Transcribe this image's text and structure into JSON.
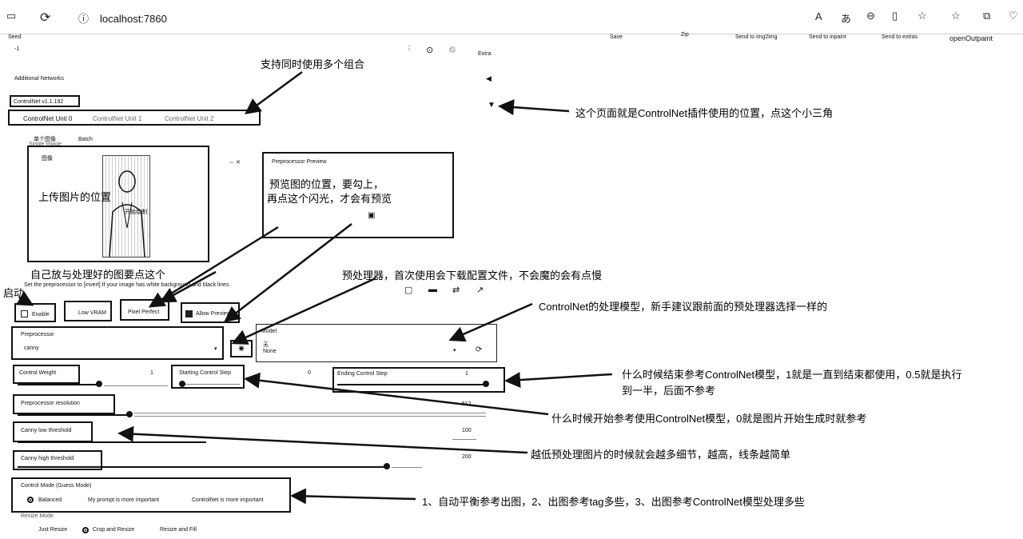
{
  "browser": {
    "url": "localhost:7860",
    "icons": [
      "tab-icon",
      "refresh-icon",
      "info-icon",
      "read-aloud-icon",
      "translate-icon",
      "zoom-out-icon",
      "reading-view-icon",
      "favorite-icon",
      "favorites-icon",
      "collections-icon",
      "more-icon"
    ]
  },
  "toolbar": {
    "seed_label": "Seed",
    "seed_value": "-1",
    "save": "Save",
    "zip": "Zip",
    "send_img2img": "Send to img2img",
    "send_inpaint": "Send to inpaint",
    "send_extras": "Send to extras",
    "open_outpaint": "openOutpaint",
    "extra": "Extra"
  },
  "additional_networks": "Additional Networks",
  "controlnet": {
    "version": "ControlNet v1.1.192",
    "units": [
      "ControlNet Unit 0",
      "ControlNet Unit 1",
      "ControlNet Unit 2"
    ],
    "mode_tabs": [
      "单个图像",
      "Batch"
    ],
    "image_sub": "Single Image",
    "image_label": "图像",
    "image_overlay": "开始绘制",
    "preview_label": "Preprocessor Preview",
    "invert_hint": "Set the preprocessor to [invert] If your image has white background and black lines.",
    "enable": "Enable",
    "low_vram": "Low VRAM",
    "pixel_perfect": "Pixel Perfect",
    "allow_preview": "Allow Preview",
    "preprocessor_label": "Preprocessor",
    "preprocessor_value": "canny",
    "model_label": "Model",
    "model_value_top": "无",
    "model_value": "None",
    "control_weight_label": "Control Weight",
    "control_weight": "1",
    "start_step_label": "Starting Control Step",
    "start_step": "0",
    "end_step_label": "Ending Control Step",
    "end_step": "1",
    "preproc_res_label": "Preprocessor resolution",
    "preproc_res": "512",
    "canny_low_label": "Canny low threshold",
    "canny_low": "100",
    "canny_high_label": "Canny high threshold",
    "canny_high": "200",
    "control_mode_label": "Control Mode (Guess Mode)",
    "control_modes": [
      "Balanced",
      "My prompt is more important",
      "ControlNet is more important"
    ],
    "resize_mode_label": "Resize Mode",
    "resize_modes": [
      "Just Resize",
      "Crop and Resize",
      "Resize and Fill"
    ]
  },
  "annotations": {
    "multi_combo": "支持同时使用多个组合",
    "triangle": "这个页面就是ControlNet插件使用的位置，点这个小三角",
    "upload": "上传图片的位置",
    "preview": "预览图的位置，要勾上，",
    "preview2": "再点这个闪光，才会有预览",
    "self_processed": "自己放与处理好的图要点这个",
    "start": "启动",
    "preprocessor": "预处理器，首次使用会下载配置文件，不会魔的会有点慢",
    "model": "ControlNet的处理模型，新手建议跟前面的预处理器选择一样的",
    "end_step": "什么时候结束参考ControlNet模型，1就是一直到结束都使用，0.5就是执行",
    "end_step2": "到一半，后面不参考",
    "start_step": "什么时候开始参考使用ControlNet模型，0就是图片开始生成时就参考",
    "threshold": "越低预处理图片的时候就会越多细节，越高，线条越简单",
    "control_mode": "1、自动平衡参考出图，2、出图参考tag多些，3、出图参考ControlNet模型处理多些"
  }
}
